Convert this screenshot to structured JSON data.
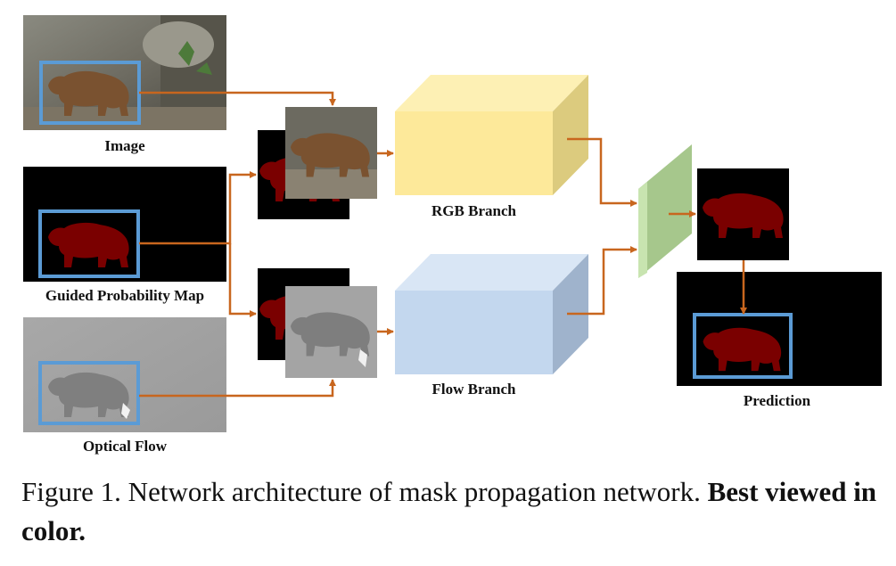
{
  "labels": {
    "image": "Image",
    "guided_map": "Guided Probability Map",
    "optical_flow": "Optical Flow",
    "rgb_branch": "RGB Branch",
    "flow_branch": "Flow Branch",
    "prediction": "Prediction"
  },
  "caption": {
    "prefix": "Figure 1. Network architecture of mask propagation network. ",
    "emphasis": "Best viewed in color."
  },
  "colors": {
    "arrow": "#c8661e",
    "box": "#5b9bd5",
    "mask": "#7a0000",
    "rgb_cube_front": "#fde99a",
    "rgb_cube_top": "#fdf0b4",
    "rgb_cube_side": "#dccb7e",
    "flow_cube_front": "#c3d7ee",
    "flow_cube_top": "#d9e6f5",
    "flow_cube_side": "#9fb3cc",
    "fusion_front": "#a6c78c",
    "fusion_side": "#c8e4b0"
  }
}
